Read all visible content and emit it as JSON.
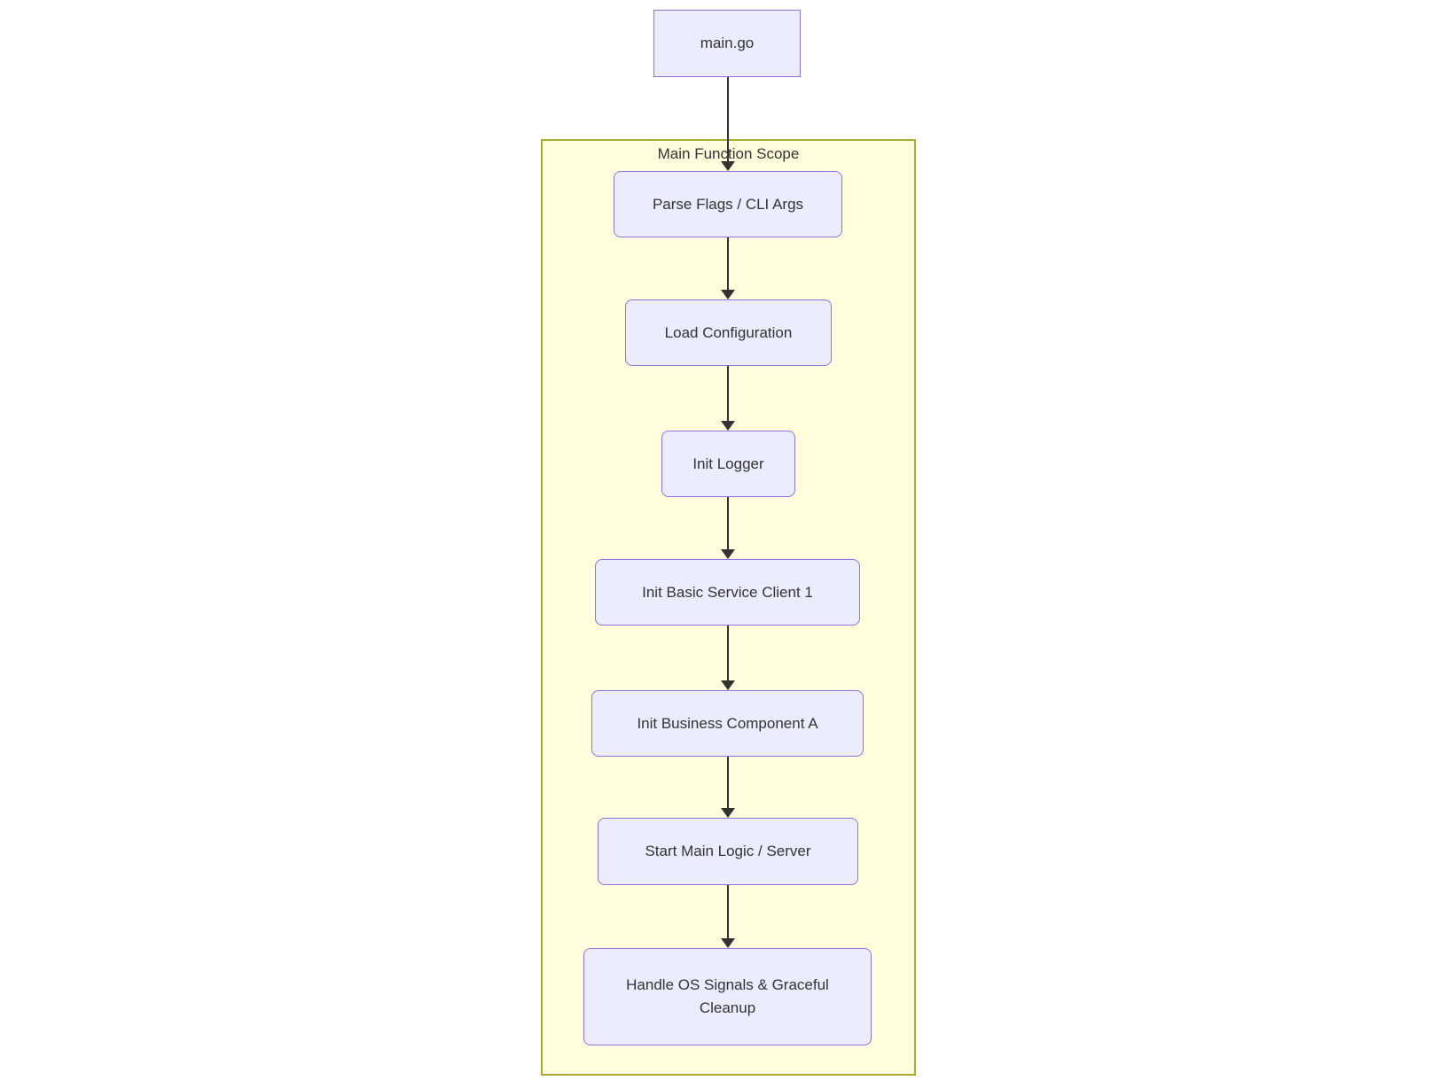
{
  "diagram": {
    "type": "flowchart",
    "direction": "top-down",
    "root": {
      "label": "main.go"
    },
    "subgraph": {
      "title": "Main Function Scope"
    },
    "steps": [
      {
        "label": "Parse Flags / CLI Args"
      },
      {
        "label": "Load Configuration"
      },
      {
        "label": "Init Logger"
      },
      {
        "label": "Init Basic Service Client 1"
      },
      {
        "label": "Init Business Component A"
      },
      {
        "label": "Start Main Logic / Server"
      },
      {
        "label": "Handle OS Signals & Graceful Cleanup"
      }
    ],
    "edges": [
      {
        "from": "main.go",
        "to": "Parse Flags / CLI Args"
      },
      {
        "from": "Parse Flags / CLI Args",
        "to": "Load Configuration"
      },
      {
        "from": "Load Configuration",
        "to": "Init Logger"
      },
      {
        "from": "Init Logger",
        "to": "Init Basic Service Client 1"
      },
      {
        "from": "Init Basic Service Client 1",
        "to": "Init Business Component A"
      },
      {
        "from": "Init Business Component A",
        "to": "Start Main Logic / Server"
      },
      {
        "from": "Start Main Logic / Server",
        "to": "Handle OS Signals & Graceful Cleanup"
      }
    ],
    "colors": {
      "node_fill": "#ECECFF",
      "node_border": "#9370DB",
      "subgraph_fill": "#FFFFDE",
      "subgraph_border": "#AAAA33",
      "text": "#333333",
      "arrow": "#333333"
    }
  }
}
